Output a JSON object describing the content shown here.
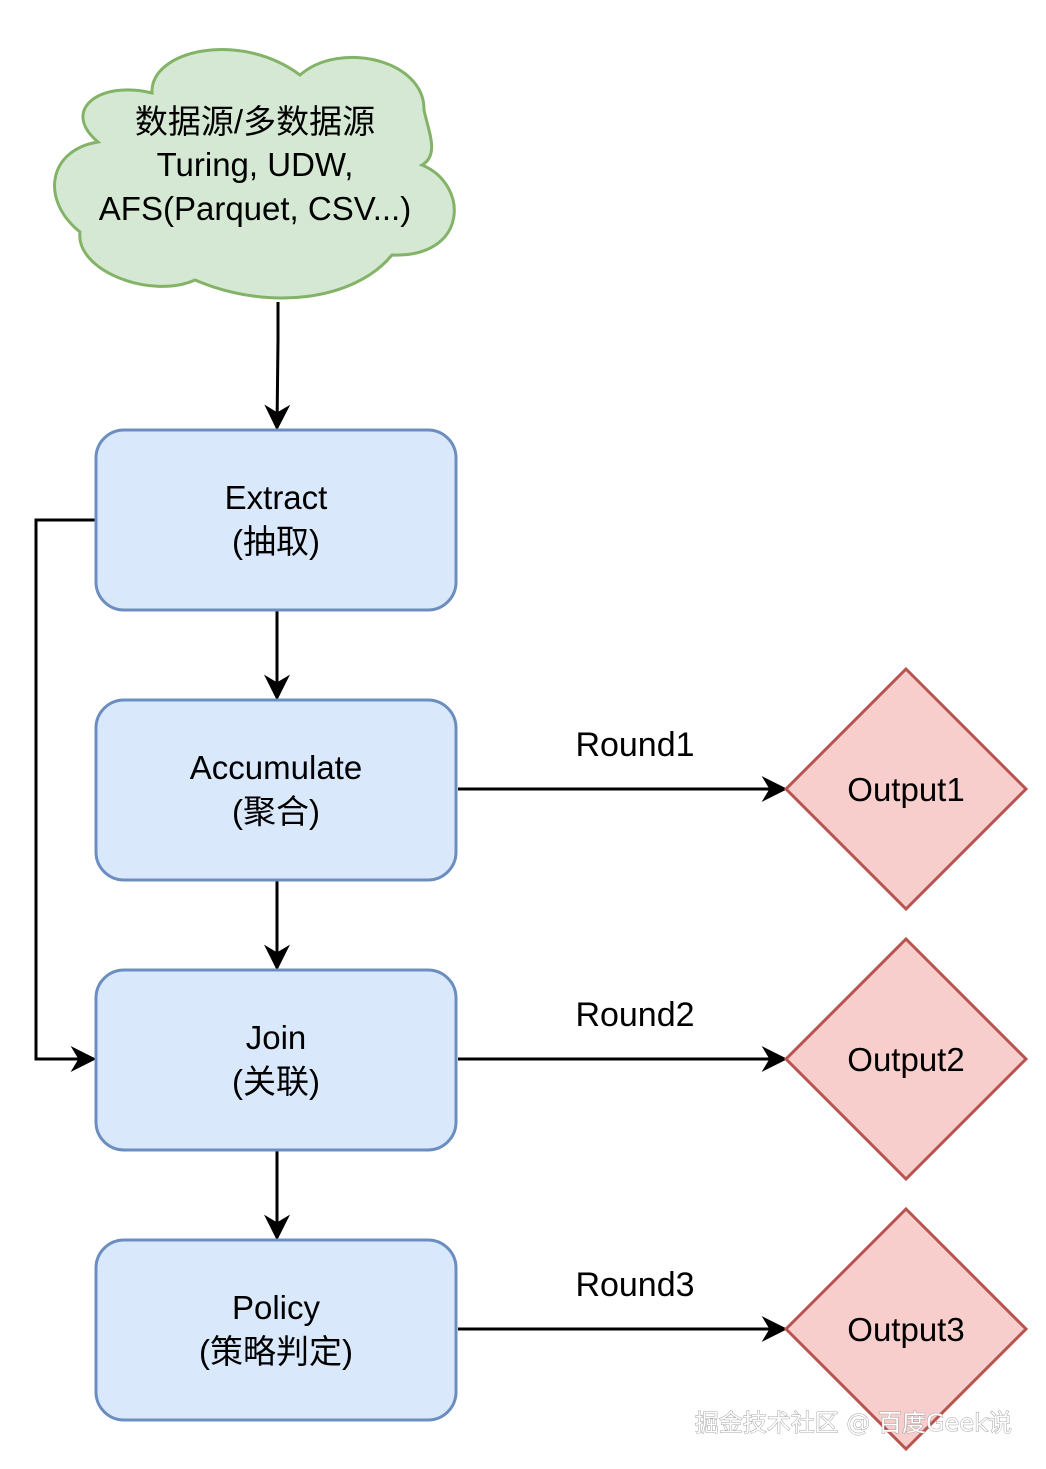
{
  "colors": {
    "cloud_fill": "#d5e8d4",
    "cloud_stroke": "#82b366",
    "process_fill": "#dae8fc",
    "process_stroke": "#6c8ebf",
    "output_fill": "#f8cecc",
    "output_stroke": "#b85450",
    "edge": "#000000"
  },
  "source": {
    "line1": "数据源/多数据源",
    "line2": "Turing, UDW,",
    "line3": "AFS(Parquet, CSV...)"
  },
  "steps": {
    "extract": {
      "name": "Extract",
      "sub": "(抽取)"
    },
    "accumulate": {
      "name": "Accumulate",
      "sub": "(聚合)"
    },
    "join": {
      "name": "Join",
      "sub": "(关联)"
    },
    "policy": {
      "name": "Policy",
      "sub": "(策略判定)"
    }
  },
  "rounds": {
    "round1": "Round1",
    "round2": "Round2",
    "round3": "Round3"
  },
  "outputs": {
    "output1": "Output1",
    "output2": "Output2",
    "output3": "Output3"
  },
  "watermark": "掘金技术社区 @ 百度Geek说"
}
